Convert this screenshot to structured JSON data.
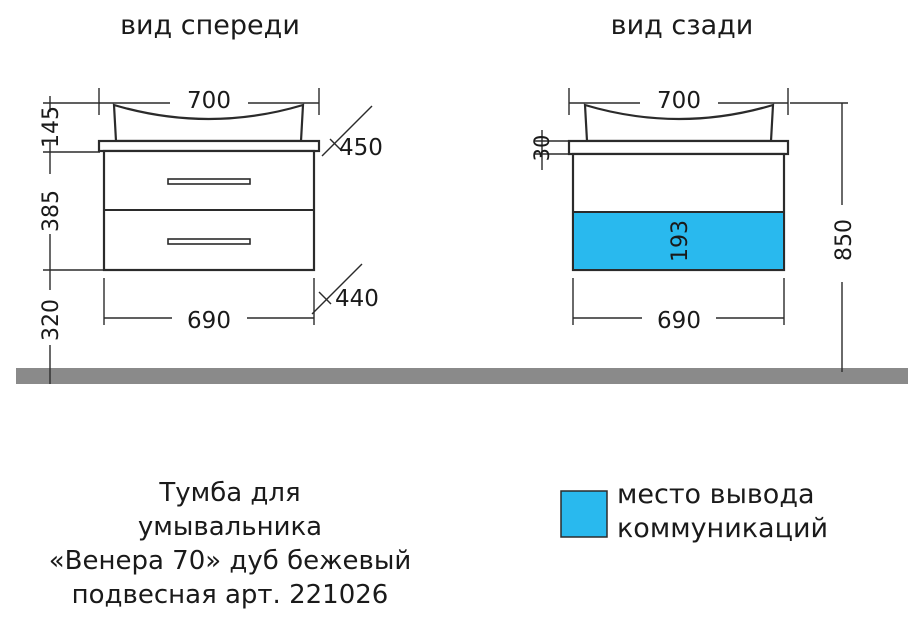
{
  "views": {
    "front_title": "вид спереди",
    "back_title": "вид сзади"
  },
  "front_dims": {
    "top_width": "700",
    "top_depth": "450",
    "bottom_width": "690",
    "bottom_depth": "440",
    "sink_height": "145",
    "body_height": "385",
    "mount_height": "320"
  },
  "back_dims": {
    "top_width": "700",
    "bottom_width": "690",
    "top_thickness": "30",
    "outlet_height": "193",
    "total_height": "850"
  },
  "colors": {
    "outlet": "#29b9ee",
    "floor": "#8a8a8a",
    "outline": "#2b2b2b"
  },
  "legend": {
    "line1": "место вывода",
    "line2": "коммуникаций"
  },
  "product": {
    "line1": "Тумба для",
    "line2": "умывальника",
    "line3": "«Венера 70»  дуб бежевый",
    "line4": "подвесная арт. 221026"
  }
}
